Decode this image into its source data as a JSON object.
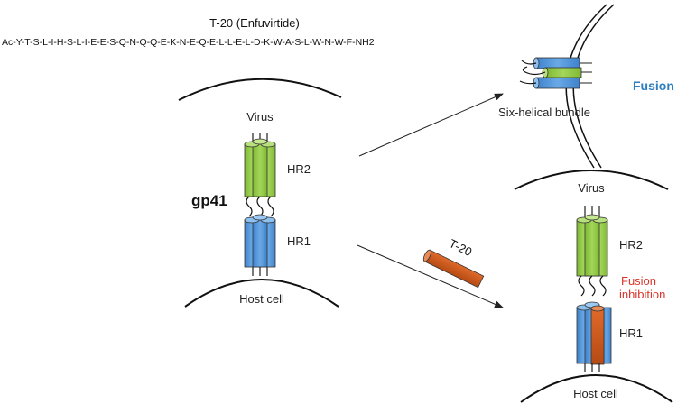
{
  "title": "T-20 (Enfuvirtide)",
  "sequence": "Ac-Y-T-S-L-I-H-S-L-I-E-E-S-Q-N-Q-Q-E-K-N-E-Q-E-L-L-E-L-D-K-W-A-S-L-W-N-W-F-NH2",
  "left_panel": {
    "virus_label": "Virus",
    "hr2_label": "HR2",
    "gp41_label": "gp41",
    "hr1_label": "HR1",
    "host_label": "Host cell"
  },
  "top_right": {
    "bundle_label": "Six-helical bundle",
    "fusion_label": "Fusion"
  },
  "bottom_right": {
    "t20_label": "T-20",
    "virus_label": "Virus",
    "hr2_label": "HR2",
    "inhibition_line1": "Fusion",
    "inhibition_line2": "inhibition",
    "hr1_label": "HR1",
    "host_label": "Host cell"
  },
  "colors": {
    "hr2_green": "#8dc63f",
    "hr1_blue": "#4a90d9",
    "t20_orange": "#d2591c",
    "fusion_blue": "#2e7fbf",
    "inhibition_red": "#d9362b"
  }
}
